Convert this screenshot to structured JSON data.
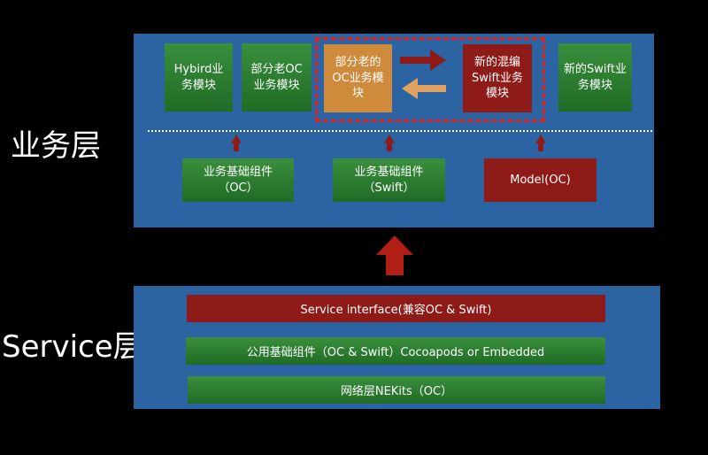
{
  "labels": {
    "business_layer": "业务层",
    "service_layer": "Service层"
  },
  "business": {
    "top_modules": {
      "hybird": "Hybird业\n务模块",
      "old_oc": "部分老OC\n业务模块",
      "old_oc_partial": "部分老的\nOC业务模\n块",
      "mixed_swift": "新的混编\nSwift业务\n模块",
      "new_swift": "新的Swift业\n务模块"
    },
    "base_components": {
      "oc": "业务基础组件\n（OC）",
      "swift": "业务基础组件\n（Swift）",
      "model": "Model(OC)"
    }
  },
  "service": {
    "interface": "Service interface(兼容OC & Swift)",
    "common": "公用基础组件（OC & Swift）Cocoapods or Embedded",
    "network": "网络层NEKits（OC）"
  },
  "colors": {
    "background": "#000000",
    "layer_blue": "#2b63a3",
    "green": "#2e7d32",
    "dark_red": "#8e1b17",
    "orange": "#cf8a3c",
    "dashed_red": "#e0231c",
    "arrow_dark_red": "#8e1b17",
    "arrow_orange": "#e0a060",
    "arrow_big": "#b01e16"
  }
}
